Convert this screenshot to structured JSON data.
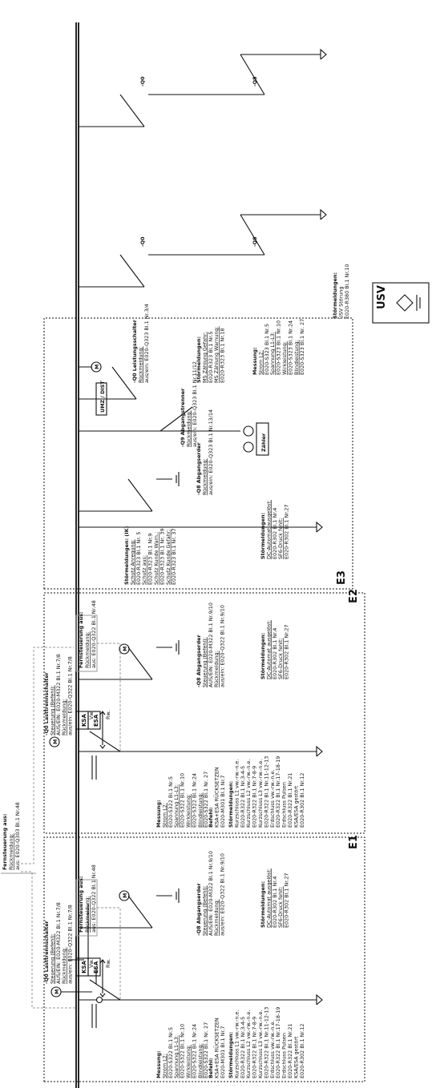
{
  "top_remote": {
    "title": "Fernsteuerung aus:",
    "sub": "Rückmeldung:",
    "ref": "aus: E020-Q303 Bl.1 Nr.48"
  },
  "remote_e1": {
    "title": "Fernsteuerung aus:",
    "sub": "Rückmeldung:",
    "ref": "aus: E020-Q322 Bl.1 Nr.48"
  },
  "remote_e2": {
    "title": "Fernsteuerung aus:",
    "sub": "Rückmeldung:",
    "ref": "aus: E020-Q322 Bl.1 Nr.48"
  },
  "e1": {
    "name": "E1",
    "mess": [
      "Messung:",
      "Strom L2:",
      "E020-S322 Bl.1 Nr.5",
      "Spannung L1-L3:",
      "E020-S322 Bl.1 Nr.10",
      "Wirkleistung:",
      "E020-S322 Bl.1 Nr.24",
      "Blindleistung:",
      "E020-S322 Bl.1 Nr. 27"
    ],
    "befehl": [
      "Befehl:",
      "KSA+ESA RÜCKSETZEN",
      "E020-M301 Bl.1 Nr.7"
    ],
    "stoer": [
      "Störmeldungen:",
      "Kurzschluss L1 vw.-rw.-n.e.",
      "E020-R322 Bl.1 Nr.3-4-5",
      "Kurzschluss L2 vw.-rw.-n.e.",
      "E020-R322 Bl.1 Nr.7-8-9",
      "Kurzschluss L3 vw.-rw.-n.e.",
      "E020-R322 Bl.1 Nr.11-12-13",
      "Erdschluss vw.-rw.-n.e.",
      "E020-R322 Bl.1 Nr.17-18-19",
      "Erdschluss Pulsen",
      "E020-R322 Bl.1 Nr.21",
      "KSA/ESA gestört",
      "E020-R302 Bl.1 Nr.12"
    ],
    "q0": [
      "-Q0 Lasttrennschalter",
      "Steuerung (Befehl):",
      "AUS/EIN: E020-M322 Bl.1 Nr.7/8",
      "Rückmeldung:",
      "aus/ein:  E020-Q322 Bl.1 Nr.7/8"
    ],
    "q8": [
      "-Q8 Abgangserder",
      "Steuerung (Befehl):",
      "AUS/EIN: E020-M322 Bl.1 Nr.9/10",
      "Rückmeldung:",
      "aus/ein: E020-Q322 Bl.1 Nr.9/10"
    ],
    "stoer2": [
      "Störmeldungen:",
      "DC-Automat ausgelöst:",
      "E020-R302 Bl.1 Nr.4",
      "SF6-Druck fehlt:",
      "E020-R302 Bl.1 Nr.27"
    ],
    "ksa": "KSA",
    "esa": "ESA",
    "rw": "Rw.",
    "vw": "Vw."
  },
  "e2": {
    "name": "E2",
    "mess": [
      "Messung:",
      "Strom L2:",
      "E020-S322 Bl.1 Nr.5",
      "Spannung L1-L3:",
      "E020-S322 Bl.1 Nr.10",
      "Wirkleistung:",
      "E020-S322 Bl.1 Nr.24",
      "Blindleistung:",
      "E020-S322 Bl.1 Nr. 27"
    ],
    "befehl": [
      "Befehl:",
      "KSA+ESA RÜCKSETZEN",
      "E020-M301 Bl.1 Nr.7"
    ],
    "stoer": [
      "Störmeldungen:",
      "Kurzschluss L1 vw.-rw.-n.e.",
      "E020-R322 Bl.1 Nr.3-4-5",
      "Kurzschluss L2 vw.-rw.-n.e.",
      "E020-R322 Bl.1 Nr.7-8-9",
      "Kurzschluss L3 vw.-rw.-n.e.",
      "E020-R322 Bl.1 Nr.11-12-13",
      "Erdschluss vw.-rw.-n.e.",
      "E020-R322 Bl.1 Nr.17-18-19",
      "Erdschluss Pulsen",
      "E020-R322 Bl.1 Nr.21",
      "KSA/ESA gestört",
      "E020-R302 Bl.1 Nr.12"
    ],
    "q0": [
      "-Q0 Lasttrennschalter",
      "Steuerung (Befehl):",
      "AUS/EIN: E020-M322 Bl.1 Nr.7/8",
      "Rückmeldung:",
      "aus/ein:  E020-Q322 Bl.1 Nr.7/8"
    ],
    "q8": [
      "-Q8 Abgangserder",
      "Steuerung (Befehl):",
      "AUS/EIN: E020-M322 Bl.1 Nr.9/10",
      "Rückmeldung:",
      "aus/ein: E020-Q322 Bl.1 Nr.9/10"
    ],
    "stoer2": [
      "Störmeldungen:",
      "DC-Automat ausgelöst:",
      "E020-R302 Bl.1 Nr.4",
      "SF6-Druck fehlt:",
      "E020-R302 Bl.1 Nr.27"
    ],
    "ksa": "KSA",
    "esa": "ESA",
    "rw": "Rw.",
    "vw": "Vw."
  },
  "e3": {
    "name": "E3",
    "stoer": [
      "Störmeldungen: (IK)",
      "Schutz Anregung:",
      "E020-R323 Bl.1 Nr. 5",
      "Schutz aus:",
      "E020-R323 Bl.1 Nr.9",
      "Schutz Kunde Warn.:",
      "E020-R323 Bl.1 Nr. 39",
      "Schutz Kunde Gefahr:",
      "E020-R323 Bl.1 Nr. 37"
    ],
    "umz": "UMZ / DIST",
    "q0": [
      "-Q0 Leistungsschalter",
      "Rückmeldung:",
      "aus/ein: E020-Q323 Bl.1 Nr.3/4"
    ],
    "q9": [
      "-Q9 Abgangstrenner",
      "Rückmeldung:",
      "aus/ein: E020-Q323 Bl.1 Nr.11/12"
    ],
    "q8": [
      "-Q8 Abgangserder",
      "Rückmeldung:",
      "aus/ein: E020-Q323 Bl.1 Nr.13/14"
    ],
    "stoer2": [
      "Störmeldungen:",
      "DC-Automat ausgelöst:",
      "E020-R302 Bl.1 Nr.4",
      "SF6-Druck fehlt:",
      "E020-R302 Bl.1 Nr.27"
    ],
    "zaehler_msg": [
      "Störmeldungen:",
      "MS Zählung Gefahr:",
      "E020-R323 Bl.1 Nr.5",
      "MS Zählung Warnung:",
      "E020-R323 Bl.1 Nr.18"
    ],
    "zaehler": "Zähler",
    "mess": [
      "Messung:",
      "Strom L2:",
      "E020-S323 Bl.1 Nr.5",
      "Spannung L1-L3:",
      "E020-S323 Bl.1 Nr.10",
      "Wirkleistung:",
      "E020-S323 Bl.1 Nr.24",
      "Blindleistung:",
      "E020-S323 Bl.1 Nr. 27"
    ]
  },
  "usv": {
    "label": "USV",
    "stoer": [
      "Störmeldungen:",
      "USV Störung",
      "E020-R380 Bl.1 Nr.10"
    ]
  },
  "right": {
    "q0_a": "-Q0",
    "q0_b": "-Q0",
    "q8_a": "-Q8",
    "q8_b": "-Q8"
  },
  "motor": "M"
}
